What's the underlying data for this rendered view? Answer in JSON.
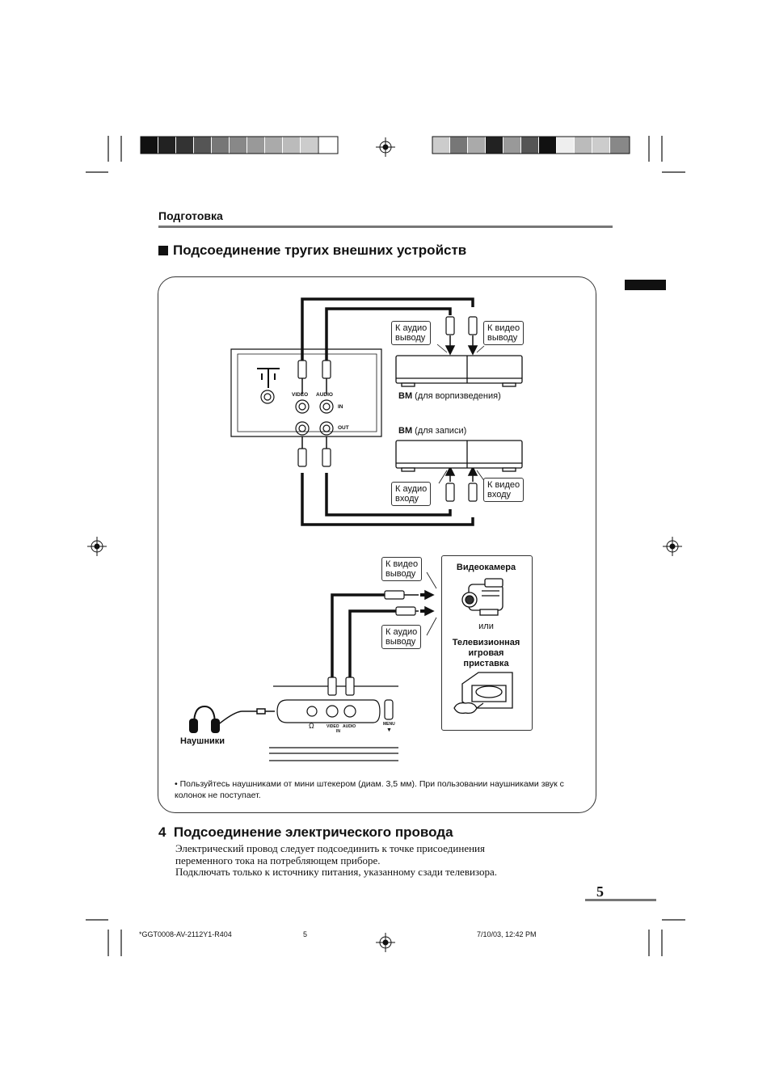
{
  "header": {
    "section_label": "Подготовка",
    "heading": "Подсоединение тругих внешних устройств"
  },
  "diagram1": {
    "tv_labels": {
      "video": "VIDEO",
      "audio": "AUDIO",
      "in": "IN",
      "out": "OUT"
    },
    "audio_out_label": "К аудио\nвыводу",
    "video_out_label": "К видео\nвыводу",
    "vcr_play_bold": "ВМ",
    "vcr_play_rest": " (для ворпизведения)",
    "vcr_rec_bold": "ВМ",
    "vcr_rec_rest": " (для записи)",
    "audio_in_label": "К аудио\nвходу",
    "video_in_label": "К видео\nвходу"
  },
  "diagram2": {
    "video_out_label": "К видео\nвыводу",
    "audio_out_label": "К аудио\nвыводу",
    "camcorder": "Видеокамера",
    "or": "или",
    "console": "Телевизионная\nигровая\nприставка",
    "headphones": "Наушники",
    "panel_labels": {
      "video": "VIDEO",
      "audio": "AUDIO",
      "in": "IN",
      "menu": "MENU"
    }
  },
  "note": "• Пользуйтесь наушниками от мини штекером (диам. 3,5 мм). При пользовании наушниками звук с колонок не поступает.",
  "section4": {
    "number": "4",
    "title": "Подсоединение электрического провода",
    "body_lines": [
      "Электрический провод следует подсоединить к точке присоединения",
      "переменного тока на потребляющем приборе.",
      "Подключать только к источнику питания, указанному сзади телевизора."
    ]
  },
  "page_number": "5",
  "footer": {
    "doc_code": "*GGT0008-AV-2112Y1-R404",
    "page": "5",
    "timestamp": "7/10/03, 12:42 PM"
  },
  "colors": {
    "ink": "#111111",
    "rule": "#777777"
  },
  "icons": [
    "registration-mark-icon",
    "headphones-icon",
    "camcorder-icon",
    "game-console-icon",
    "arrow-icon"
  ]
}
